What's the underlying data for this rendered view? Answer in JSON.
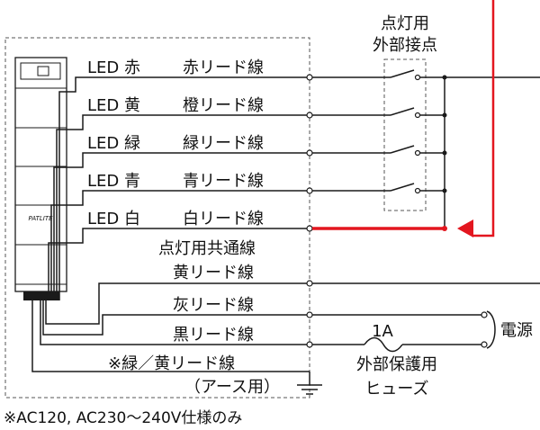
{
  "product_logo": "PATLITE",
  "wires": [
    {
      "led": "LED 赤",
      "lead": "赤リード線"
    },
    {
      "led": "LED 黄",
      "lead": "橙リード線"
    },
    {
      "led": "LED 緑",
      "lead": "緑リード線"
    },
    {
      "led": "LED 青",
      "lead": "青リード線"
    },
    {
      "led": "LED 白",
      "lead": "白リード線"
    }
  ],
  "labels": {
    "contacts_line1": "点灯用",
    "contacts_line2": "外部接点",
    "common_line": "点灯用共通線",
    "yellow_lead": "黄リード線",
    "gray_lead": "灰リード線",
    "black_lead": "黒リード線",
    "ground_line1": "※緑／黄リード線",
    "ground_line2": "（アース用）",
    "fuse_rating": "1A",
    "fuse_line1": "外部保護用",
    "fuse_line2": "ヒューズ",
    "power": "電源",
    "footnote": "※AC120, AC230〜240V仕様のみ"
  },
  "colors": {
    "wire": "#1a1a1a",
    "highlight": "#e3161f",
    "dashed_box": "#555555"
  }
}
